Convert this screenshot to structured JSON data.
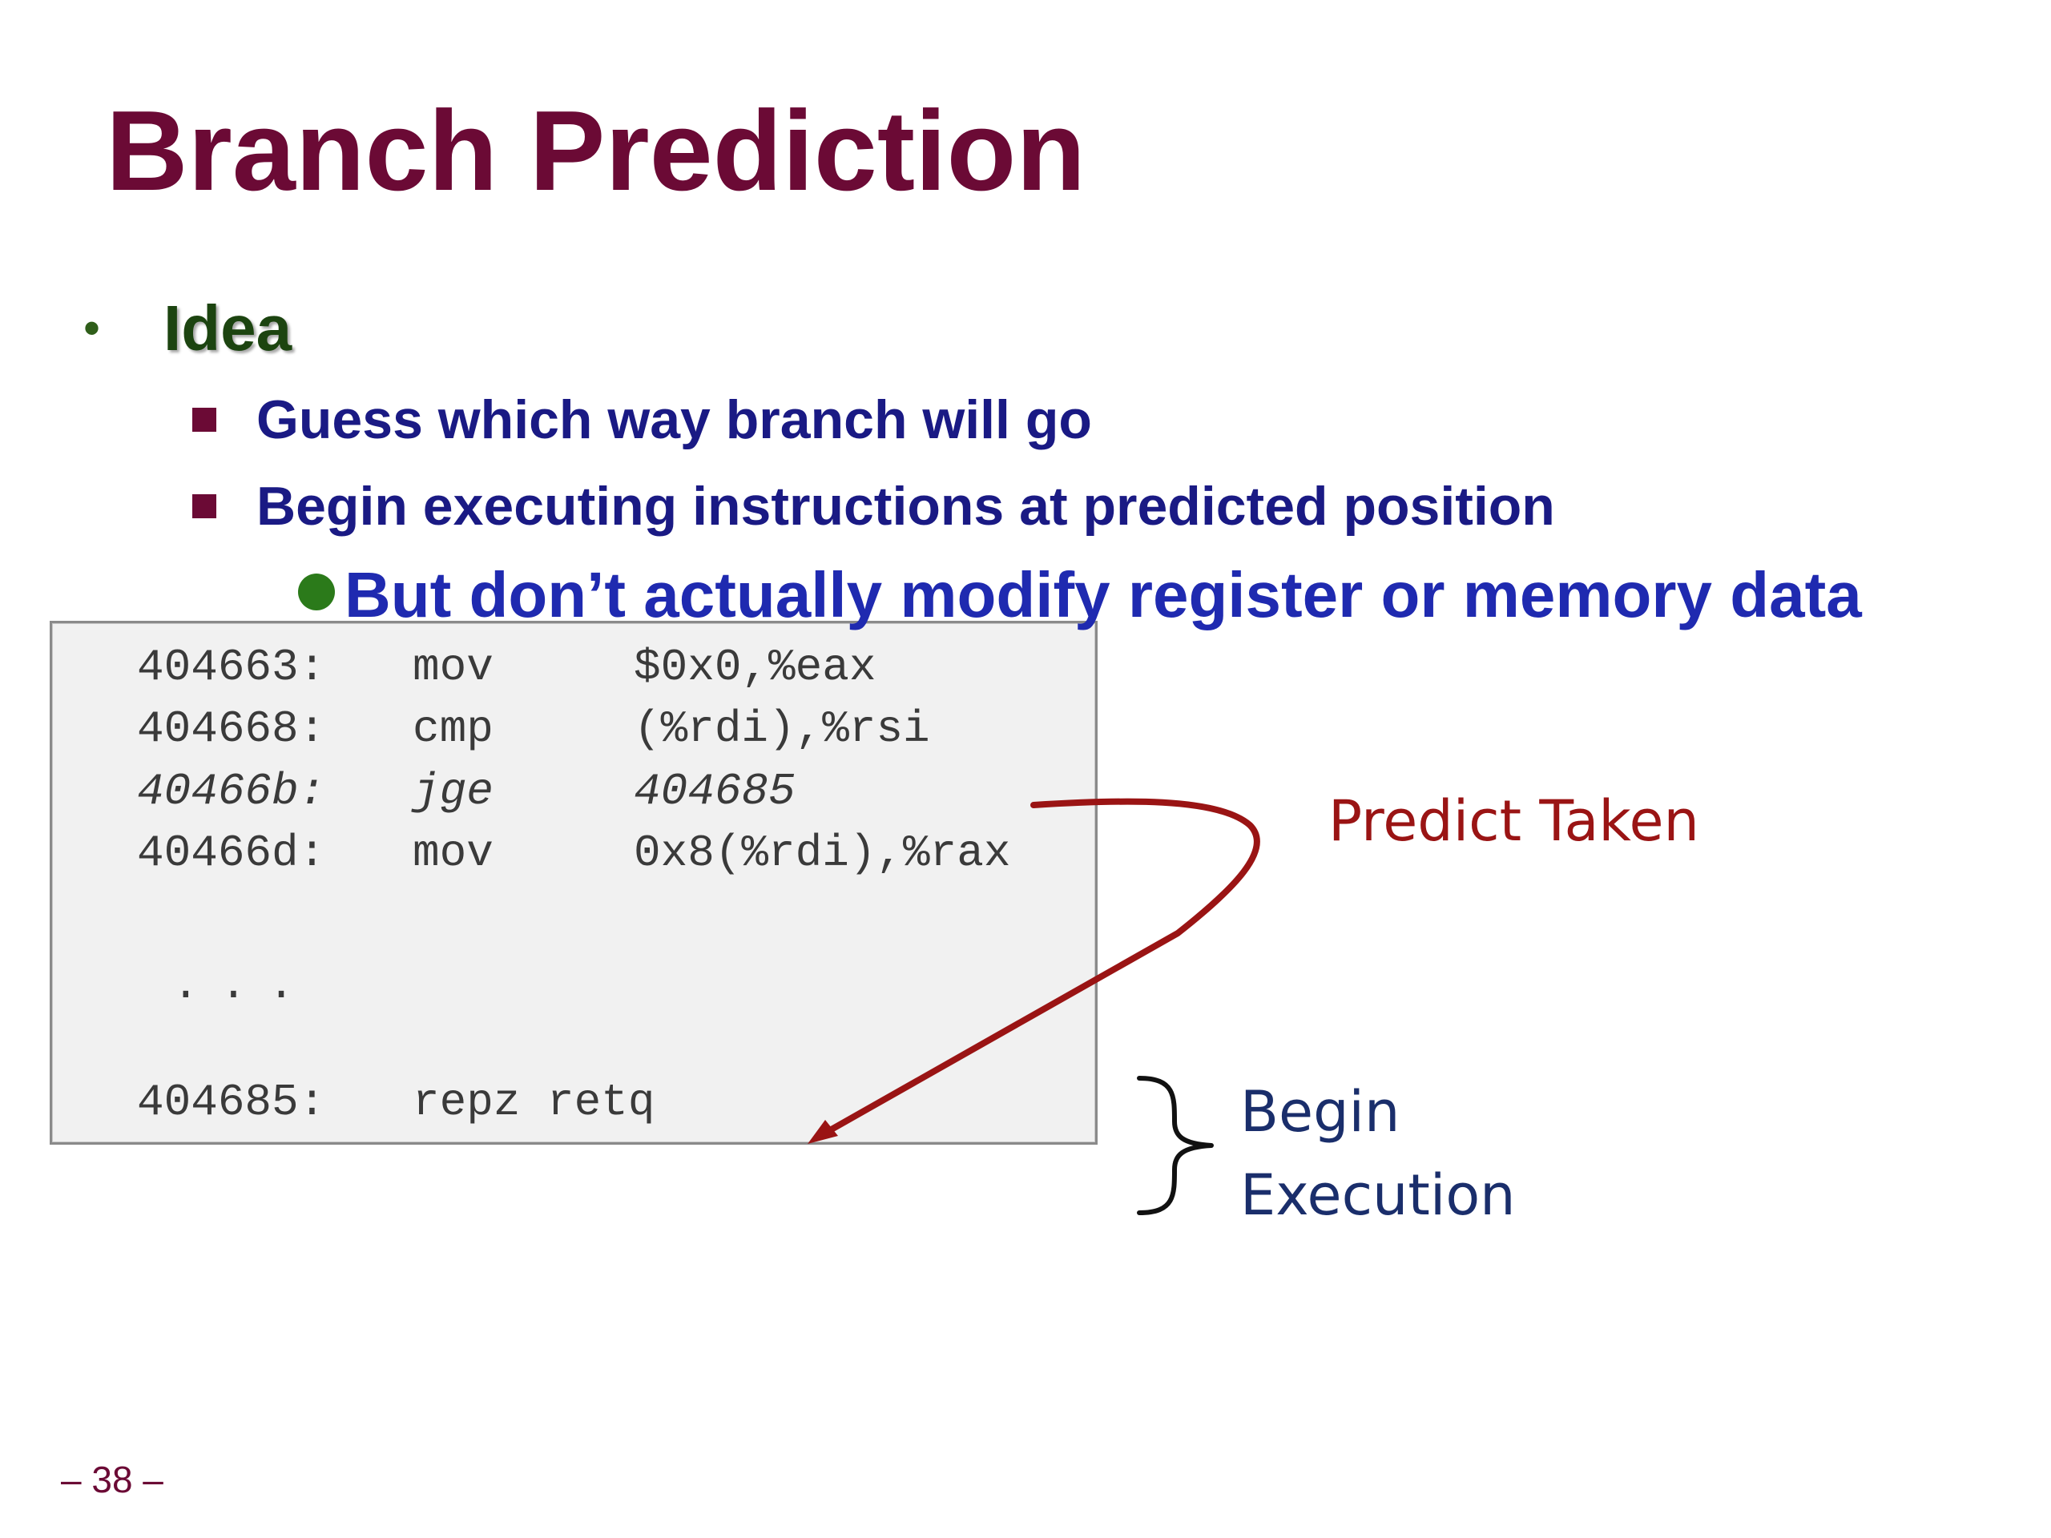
{
  "title": "Branch Prediction",
  "bullets": {
    "idea": "Idea",
    "sub": [
      "Guess which way branch will go",
      "Begin executing instructions at predicted position"
    ],
    "subsub": "But don’t actually modify register or memory data"
  },
  "code": {
    "lines": [
      {
        "addr": "404663:",
        "op": "mov",
        "args": "$0x0,%eax"
      },
      {
        "addr": "404668:",
        "op": "cmp",
        "args": "(%rdi),%rsi"
      },
      {
        "addr": "40466b:",
        "op": "jge",
        "args": "404685"
      },
      {
        "addr": "40466d:",
        "op": "mov",
        "args": "0x8(%rdi),%rax"
      }
    ],
    "ellipsis": "...",
    "last": {
      "addr": "404685:",
      "op": "repz retq"
    }
  },
  "annotations": {
    "predict_taken": "Predict Taken",
    "begin_line1": "Begin",
    "begin_line2": "Execution"
  },
  "colors": {
    "title": "#6b0a35",
    "arrow": "#9a1414",
    "brace": "#111111"
  },
  "page_number": "– 38 –"
}
